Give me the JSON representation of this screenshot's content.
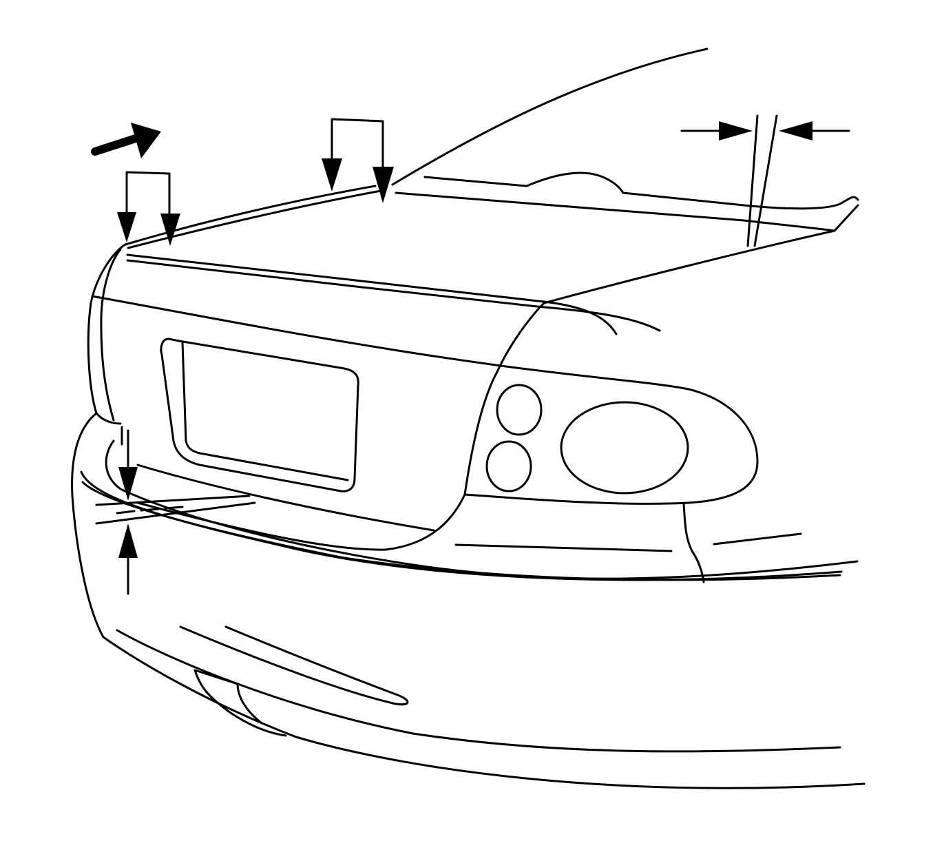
{
  "figure": {
    "subject": "rear-quarter-view-of-vehicle",
    "view_direction_indicator": "arrow-icon",
    "callouts": [
      "trunk-lid-to-rear-fascia-gap",
      "trunk-lid-to-quarter-panel-gap-rear",
      "trunk-lid-to-quarter-panel-gap-front",
      "trunk-lid-to-bumper-gap"
    ]
  },
  "colors": {
    "line": "#000000",
    "background": "#ffffff"
  }
}
